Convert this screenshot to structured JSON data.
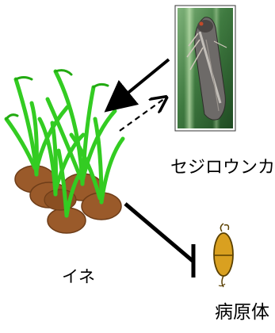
{
  "labels": {
    "insect": "セジロウンカ",
    "rice": "イネ",
    "pathogen": "病原体"
  },
  "colors": {
    "leaf": "#33cc22",
    "leaf_dark": "#22aa11",
    "soil": "#9a5a2a",
    "soil_edge": "#6e3d18",
    "pathogen_body": "#d9a020",
    "pathogen_edge": "#5a4000",
    "arrow": "#000000"
  },
  "relations": [
    {
      "from": "insect",
      "to": "rice",
      "style": "solid-arrow"
    },
    {
      "from": "rice",
      "to": "insect",
      "style": "dashed-arrow"
    },
    {
      "from": "rice",
      "to": "pathogen",
      "style": "inhibition"
    }
  ]
}
